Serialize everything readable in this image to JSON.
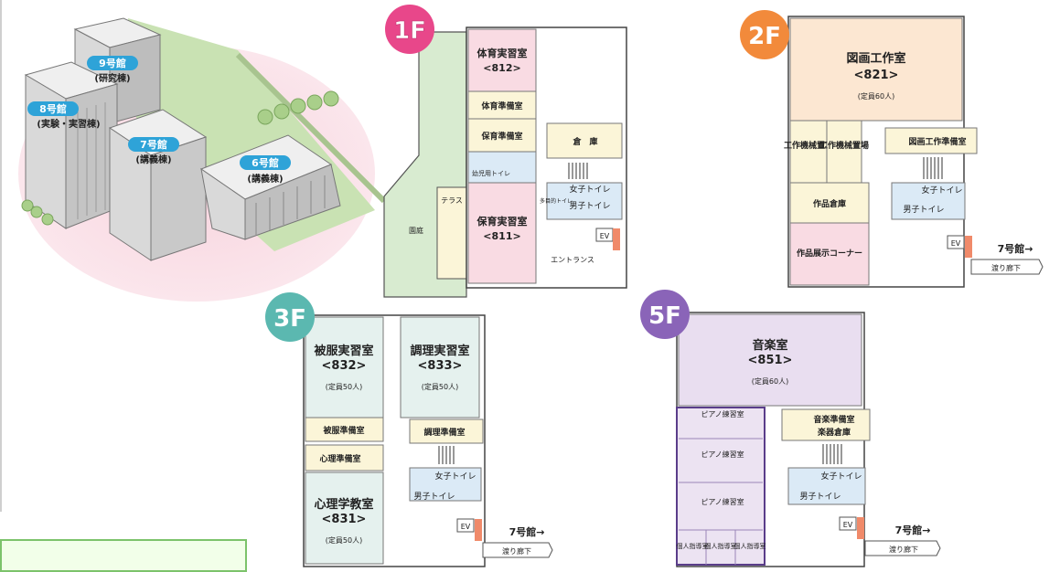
{
  "campus": {
    "buildings": [
      {
        "label": "9号館",
        "sub": "(研究棟)"
      },
      {
        "label": "8号館",
        "sub": "(実験・実習棟)"
      },
      {
        "label": "7号館",
        "sub": "(講義棟)"
      },
      {
        "label": "6号館",
        "sub": "(講義棟)"
      }
    ]
  },
  "floor1": {
    "badge": "1F",
    "courtyard": "園庭",
    "terrace": "テラス",
    "gym_room": "体育実習室",
    "gym_room_no": "<812>",
    "gym_prep": "体育準備室",
    "childcare_prep": "保育準備室",
    "infant_toilet": "幼児用トイレ",
    "childcare_room": "保育実習室",
    "childcare_room_no": "<811>",
    "storage": "倉　庫",
    "womens_toilet": "女子トイレ",
    "mens_toilet": "男子トイレ",
    "multi_toilet": "多目的トイレ",
    "ev": "EV",
    "entrance": "エントランス"
  },
  "floor2": {
    "badge": "2F",
    "art_room": "図画工作室",
    "art_room_no": "<821>",
    "art_capacity": "(定員60人)",
    "craft1": "工作機械置場",
    "craft2": "工作機械置場",
    "art_prep": "図画工作準備室",
    "work_storage": "作品倉庫",
    "display_corner": "作品展示コーナー",
    "womens_toilet": "女子トイレ",
    "mens_toilet": "男子トイレ",
    "ev": "EV",
    "to7": "7号館→",
    "corridor": "渡り廊下"
  },
  "floor3": {
    "badge": "3F",
    "clothing_room": "被服実習室",
    "clothing_room_no": "<832>",
    "clothing_capacity": "(定員50人)",
    "cooking_room": "調理実習室",
    "cooking_room_no": "<833>",
    "cooking_capacity": "(定員50人)",
    "clothing_prep": "被服準備室",
    "cooking_prep": "調理準備室",
    "psych_prep": "心理準備室",
    "psych_room": "心理学教室",
    "psych_room_no": "<831>",
    "psych_capacity": "(定員50人)",
    "womens_toilet": "女子トイレ",
    "mens_toilet": "男子トイレ",
    "ev": "EV",
    "to7": "7号館→",
    "corridor": "渡り廊下"
  },
  "floor5": {
    "badge": "5F",
    "music_room": "音楽室",
    "music_room_no": "<851>",
    "music_capacity": "(定員60人)",
    "piano1": "ピアノ練習室",
    "piano2": "ピアノ練習室",
    "piano3": "ピアノ練習室",
    "music_prep1": "音楽準備室",
    "music_prep2": "楽器倉庫",
    "guidance1": "個人指導室",
    "guidance2": "個人指導室",
    "guidance3": "個人指導室",
    "womens_toilet": "女子トイレ",
    "mens_toilet": "男子トイレ",
    "ev": "EV",
    "to7": "7号館→",
    "corridor": "渡り廊下"
  },
  "colors": {
    "badge1": "#e8478a",
    "badge2": "#f28a3b",
    "badge3": "#5bb8b0",
    "badge5": "#8a64b8",
    "pink_room": "#f9dbe3",
    "peach_room": "#fce7d2",
    "teal_room": "#e5f1ee",
    "purple_room": "#e9def0",
    "cream": "#fbf5d8",
    "toilet": "#dbeaf6",
    "green": "#d8ebd0"
  }
}
